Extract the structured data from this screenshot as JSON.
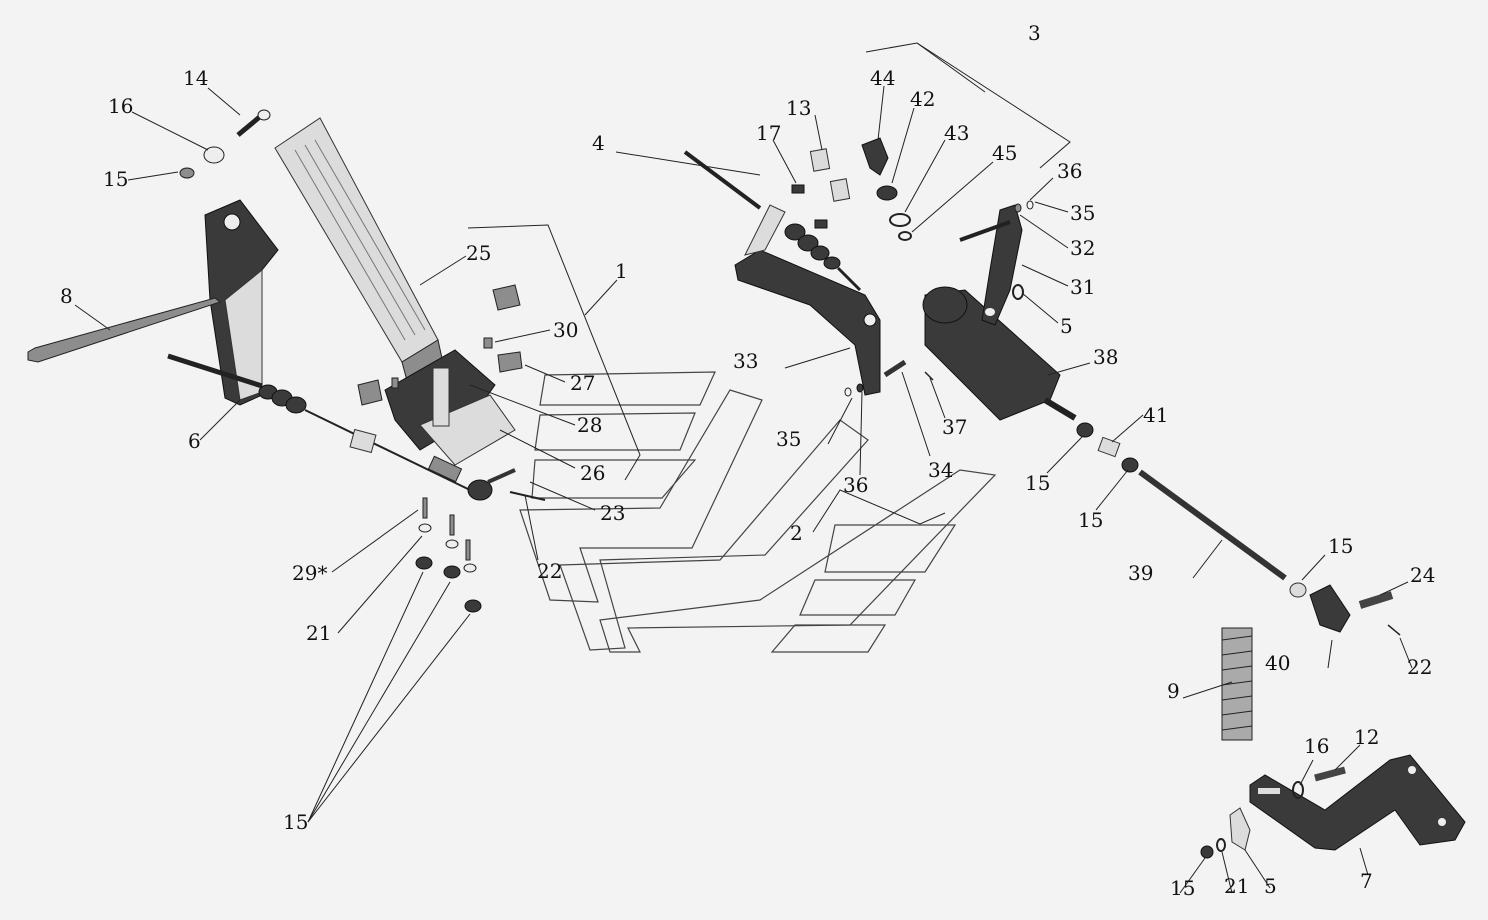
{
  "diagram": {
    "callouts": [
      "14",
      "16",
      "15",
      "8",
      "6",
      "25",
      "1",
      "30",
      "27",
      "28",
      "26",
      "23",
      "22",
      "29*",
      "21",
      "15",
      "4",
      "17",
      "13",
      "44",
      "42",
      "43",
      "45",
      "3",
      "36",
      "35",
      "32",
      "31",
      "5",
      "33",
      "38",
      "37",
      "34",
      "35",
      "36",
      "2",
      "15",
      "41",
      "15",
      "39",
      "15",
      "24",
      "22",
      "9",
      "40",
      "16",
      "12",
      "15",
      "21",
      "5",
      "7"
    ]
  }
}
